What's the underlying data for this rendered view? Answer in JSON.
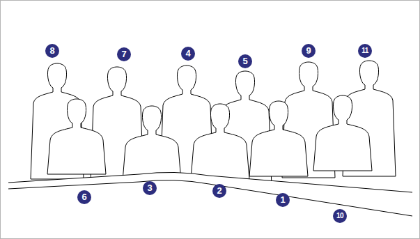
{
  "diagram": {
    "labels": [
      "8",
      "7",
      "4",
      "5",
      "9",
      "11",
      "6",
      "3",
      "2",
      "1",
      "10"
    ]
  }
}
